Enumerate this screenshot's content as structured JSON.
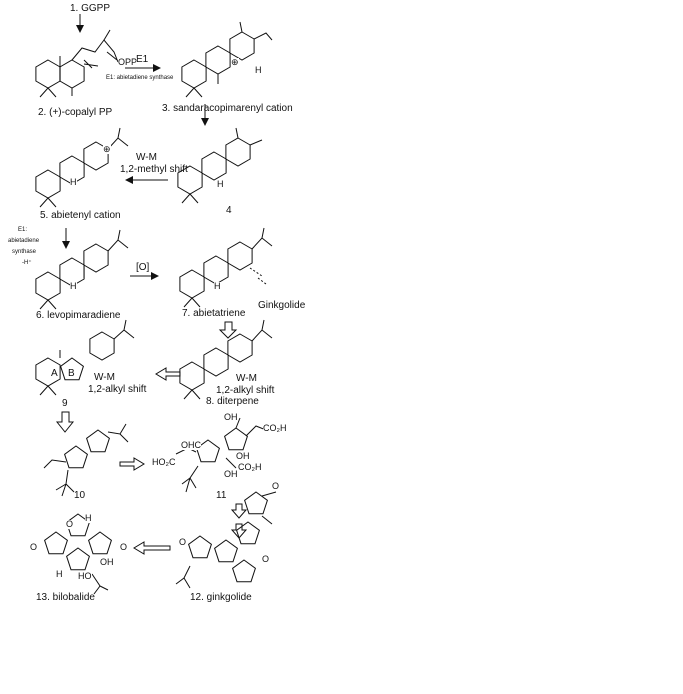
{
  "diagram": {
    "step1": "1. GGPP",
    "enzyme_e1": "E1",
    "enzyme_note": "E1: abietadiene synthase",
    "opp": "OPP",
    "compound2": "2. (+)-copalyl PP",
    "compound3": "3. sandaracopimarenyl cation",
    "compound4": "4",
    "wm_methyl": "W-M",
    "methyl_shift": "1,2-methyl shift",
    "compound5": "5. abietenyl cation",
    "e1_side_1": "E1:",
    "e1_side_2": "abietadiene",
    "e1_side_3": "synthase",
    "e1_side_4": "-H⁺",
    "oxidation": "[O]",
    "ginkgolide_arrow": "Ginkgolide",
    "compound6": "6. levopimaradiene",
    "compound7": "7. abietatriene",
    "ring_a": "A",
    "ring_b": "B",
    "wm_alkyl_left": "W-M",
    "alkyl_shift_left": "1,2-alkyl shift",
    "compound9": "9",
    "wm_alkyl_right": "W-M",
    "alkyl_shift_right": "1,2-alkyl shift",
    "compound8": "8. diterpene",
    "compound10": "10",
    "compound11": "11",
    "compound12": "12. ginkgolide",
    "compound13": "13. bilobalide",
    "atom_H": "H",
    "atom_OH": "OH",
    "atom_O": "O",
    "atom_OHC": "OHC",
    "atom_HO2C": "HO₂C",
    "atom_CO2H": "CO₂H",
    "atom_HO": "HO",
    "cation": "⊕"
  }
}
